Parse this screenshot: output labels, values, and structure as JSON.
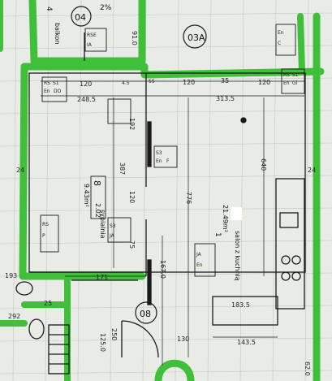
{
  "plan": {
    "colors": {
      "wall": "#3fbf3a",
      "line": "#1a1a1a",
      "paper": "#e9ebe7",
      "grid": "#b9bdb6"
    },
    "rooms": {
      "r03A": "03A",
      "r04": "04",
      "r08": "08",
      "r02": "2.02",
      "r01": "1",
      "room_left_name": "sypialnia",
      "room_left_area": "9.43m²",
      "room_left_no": "8",
      "room_right_name": "salon z kuchnią",
      "room_right_area": "21.49m²",
      "room_top_name": "balkon",
      "room_top_percent": "2%",
      "room_top_no": "4"
    },
    "dimensions": {
      "d120a": "120",
      "d45": "4.5",
      "d55": "55",
      "d120b": "120",
      "d35": "35",
      "d120c": "120",
      "d2485": "248.5",
      "d3135": "313.5",
      "d192": "192",
      "d387": "387",
      "d120v": "120",
      "d776": "776",
      "d640": "640",
      "d75": "75",
      "d1670": "167.0",
      "d24a": "24",
      "d24b": "24",
      "d193": "193",
      "d171": "171",
      "d1835": "183.5",
      "d1435": "143.5",
      "d250": "250",
      "d1250": "125.0",
      "d130": "130",
      "d620": "62.0",
      "d910": "91.0",
      "d292": "292",
      "d25": "25"
    },
    "tags": {
      "rs": "RS",
      "s1": "S1",
      "c": "C",
      "en": "En",
      "gi": "Gi",
      "f": "F",
      "s3": "S3",
      "ja": "JA",
      "p": "P",
      "ia": "IA",
      "do": "DO",
      "rsb": "RSE"
    }
  }
}
